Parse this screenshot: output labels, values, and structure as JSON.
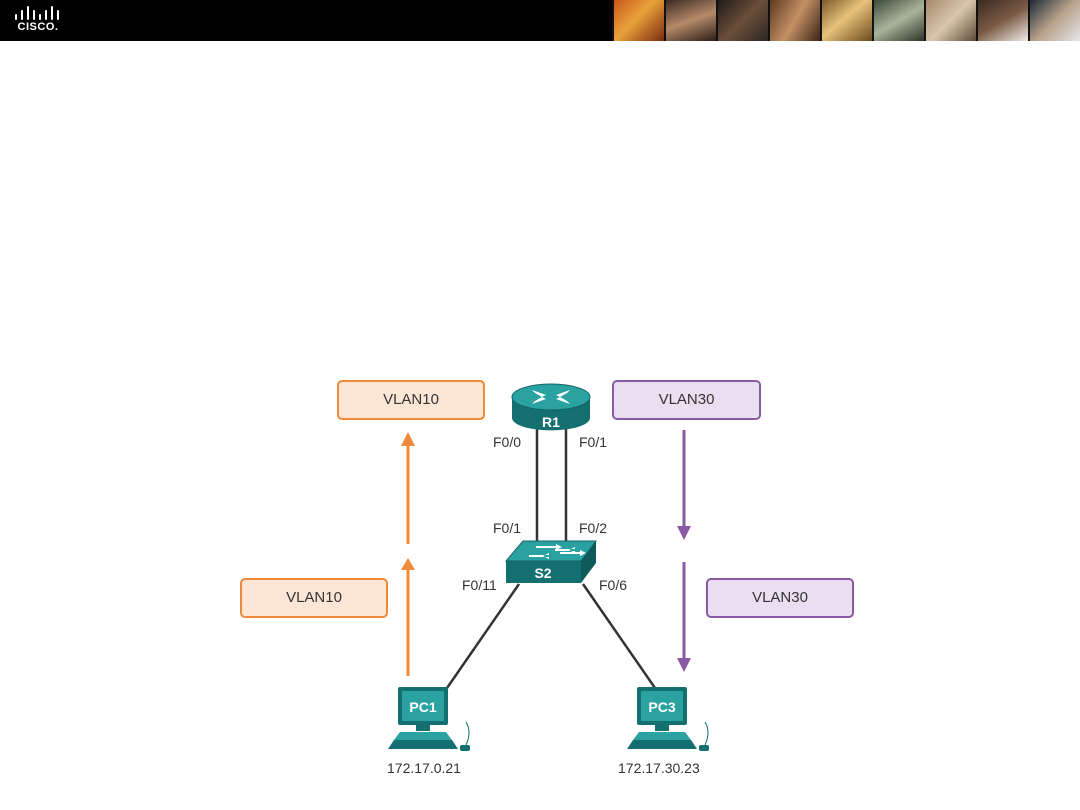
{
  "header": {
    "logo_text": "CISCO."
  },
  "diagram": {
    "router": {
      "label": "R1"
    },
    "switch": {
      "label": "S2"
    },
    "pcs": [
      {
        "label": "PC1",
        "ip": "172.17.0.21"
      },
      {
        "label": "PC3",
        "ip": "172.17.30.23"
      }
    ],
    "ports": {
      "r1_left": "F0/0",
      "r1_right": "F0/1",
      "s2_up_left": "F0/1",
      "s2_up_right": "F0/2",
      "s2_pc1": "F0/11",
      "s2_pc3": "F0/6"
    },
    "vlan_labels": {
      "left_top": "VLAN10",
      "left_bottom": "VLAN10",
      "right_top": "VLAN30",
      "right_bottom": "VLAN30"
    },
    "colors": {
      "vlan10_arrow": "#ef8a3a",
      "vlan30_arrow": "#8a5aa6",
      "device_teal": "#1f8f8f",
      "link": "#333333"
    }
  }
}
